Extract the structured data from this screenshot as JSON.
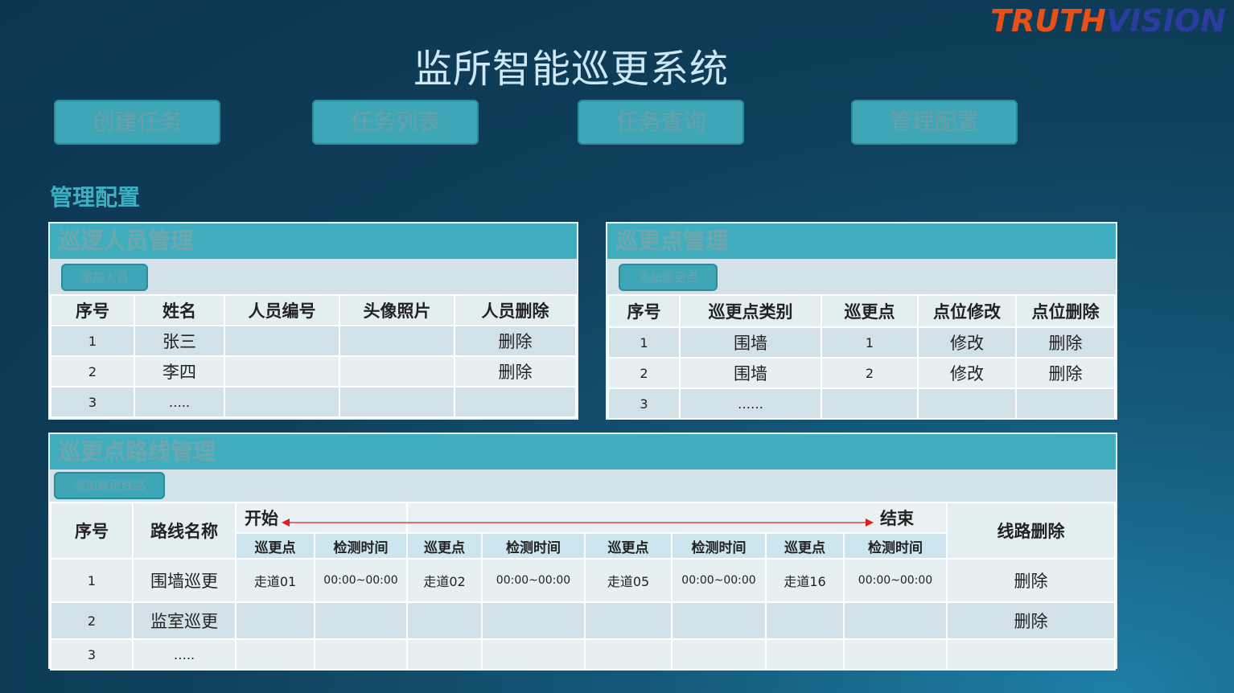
{
  "logo": {
    "part1": "TRUTH",
    "part2": "VISION"
  },
  "title": "监所智能巡更系统",
  "nav": [
    "创建任务",
    "任务列表",
    "任务查询",
    "管理配置"
  ],
  "section": "管理配置",
  "personnel": {
    "title": "巡逻人员管理",
    "add_label": "添加人员",
    "headers": [
      "序号",
      "姓名",
      "人员编号",
      "头像照片",
      "人员删除"
    ],
    "rows": [
      [
        "1",
        "张三",
        "",
        "",
        "删除"
      ],
      [
        "2",
        "李四",
        "",
        "",
        "删除"
      ],
      [
        "3",
        "…..",
        "",
        "",
        ""
      ]
    ]
  },
  "points": {
    "title": "巡更点管理",
    "add_label": "添加巡更点",
    "headers": [
      "序号",
      "巡更点类别",
      "巡更点",
      "点位修改",
      "点位删除"
    ],
    "rows": [
      [
        "1",
        "围墙",
        "1",
        "修改",
        "删除"
      ],
      [
        "2",
        "围墙",
        "2",
        "修改",
        "删除"
      ],
      [
        "3",
        "……",
        "",
        "",
        ""
      ]
    ]
  },
  "routes": {
    "title": "巡更点路线管理",
    "add_label": "添加巡更线路",
    "col_no": "序号",
    "col_name": "路线名称",
    "start": "开始",
    "end": "结束",
    "col_delete": "线路删除",
    "sub_headers": [
      "巡更点",
      "检测时间",
      "巡更点",
      "检测时间",
      "巡更点",
      "检测时间",
      "巡更点",
      "检测时间"
    ],
    "rows": [
      [
        "1",
        "围墙巡更",
        "走道01",
        "00:00~00:00",
        "走道02",
        "00:00~00:00",
        "走道05",
        "00:00~00:00",
        "走道16",
        "00:00~00:00",
        "删除"
      ],
      [
        "2",
        "监室巡更",
        "",
        "",
        "",
        "",
        "",
        "",
        "",
        "",
        "删除"
      ],
      [
        "3",
        "…..",
        "",
        "",
        "",
        "",
        "",
        "",
        "",
        "",
        ""
      ]
    ]
  },
  "colors": {
    "arrow": "#e01e1e",
    "header_bg": "#41aebf"
  }
}
